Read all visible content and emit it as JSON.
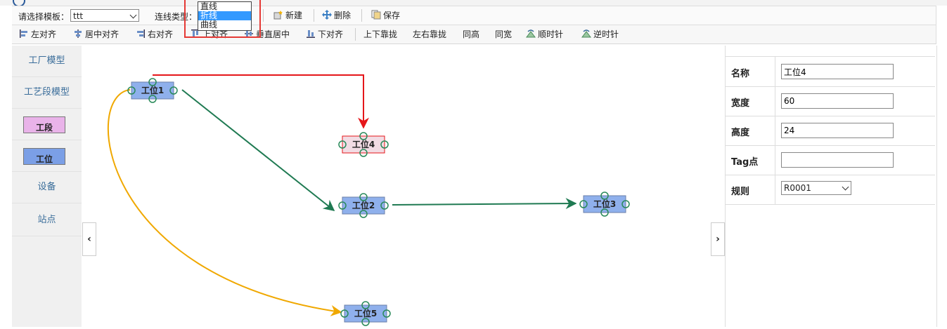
{
  "toolbar": {
    "template_label": "请选择模板：",
    "template_value": "ttt",
    "line_type_label": "连线类型：",
    "new_label": "新建",
    "delete_label": "删除",
    "save_label": "保存"
  },
  "line_type_dropdown": {
    "options": [
      "直线",
      "折线",
      "曲线"
    ],
    "selected": "折线"
  },
  "align_toolbar": {
    "left_align": "左对齐",
    "center_align": "居中对齐",
    "right_align": "右对齐",
    "top_align": "上对齐",
    "vertical_center": "垂直居中",
    "bottom_align": "下对齐",
    "stack_vertical": "上下靠拢",
    "stack_horizontal": "左右靠拢",
    "same_height": "同高",
    "same_width": "同宽",
    "rotate_cw": "顺时针",
    "rotate_ccw": "逆时针"
  },
  "sidebar": {
    "items": [
      {
        "label": "工厂模型"
      },
      {
        "label": "工艺段模型"
      },
      {
        "label": "工段",
        "color": "#e9b3e9"
      },
      {
        "label": "工位",
        "color": "#7b9fe6"
      },
      {
        "label": "设备"
      },
      {
        "label": "站点"
      }
    ]
  },
  "canvas": {
    "nodes": [
      {
        "label": "工位1",
        "color": "#8fb0ec",
        "selected": false
      },
      {
        "label": "工位4",
        "color": "#f2dce4",
        "selected": true
      },
      {
        "label": "工位2",
        "color": "#8fb0ec",
        "selected": false
      },
      {
        "label": "工位3",
        "color": "#8fb0ec",
        "selected": false
      },
      {
        "label": "工位5",
        "color": "#8fb0ec",
        "selected": false
      }
    ],
    "connectors": [
      {
        "from": "工位1",
        "to": "工位4",
        "style": "polyline",
        "color": "#e5161a"
      },
      {
        "from": "工位1",
        "to": "工位2",
        "style": "straight",
        "color": "#1f7a52"
      },
      {
        "from": "工位2",
        "to": "工位3",
        "style": "straight",
        "color": "#1f7a52"
      },
      {
        "from": "工位1",
        "to": "工位5",
        "style": "curve",
        "color": "#f0a800"
      }
    ]
  },
  "properties": {
    "name_label": "名称",
    "name_value": "工位4",
    "width_label": "宽度",
    "width_value": "60",
    "height_label": "高度",
    "height_value": "24",
    "tag_label": "Tag点",
    "tag_value": "",
    "rule_label": "规则",
    "rule_value": "R0001"
  },
  "colors": {
    "accent": "#3399ff",
    "sidebar_text": "#3a6d9a",
    "highlight_box": "#e53935"
  }
}
